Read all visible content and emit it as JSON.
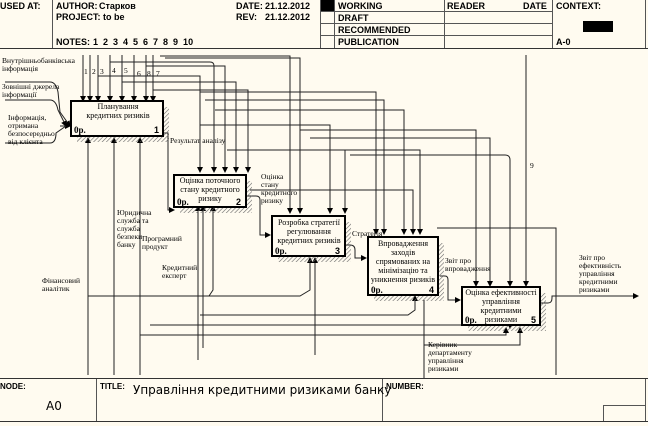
{
  "header": {
    "used_at_label": "USED AT:",
    "author_label": "AUTHOR:",
    "author": "Старков",
    "project_label": "PROJECT:",
    "project": "to be",
    "notes_label": "NOTES:",
    "notes": "1  2  3  4  5  6  7  8  9  10",
    "date_label": "DATE:",
    "date": "21.12.2012",
    "rev_label": "REV:",
    "rev": "21.12.2012",
    "status": [
      "WORKING",
      "DRAFT",
      "RECOMMENDED",
      "PUBLICATION"
    ],
    "reader_label": "READER",
    "reader_date_label": "DATE",
    "context_label": "CONTEXT:",
    "context_node": "A-0"
  },
  "boxes": [
    {
      "title": "Планування кредитних ризиків",
      "cost": "0р.",
      "num": "1"
    },
    {
      "title": "Оцінка поточного стану кредитного ризику",
      "cost": "0р.",
      "num": "2"
    },
    {
      "title": "Розробка стратегії регулювання кредитних ризиків",
      "cost": "0р.",
      "num": "3"
    },
    {
      "title": "Впровадження заходів спрямованих на мінімізацію та уникнення ризиків",
      "cost": "0р.",
      "num": "4"
    },
    {
      "title": "Оцінка ефективності управління кредитними ризиками",
      "cost": "0р.",
      "num": "5"
    }
  ],
  "arrow_labels": {
    "inputs": [
      "Внутрішньобанківська інформація",
      "Зовнішні джерела інформації",
      "Інформація, отримана безпосередньо від клієнта"
    ],
    "result_analysis": "Результат аналізу",
    "state_assessment": "Оцінка стану кредитного ризику",
    "strategy": "Стратегія",
    "report_implementation": "Звіт про впровадження",
    "report_efficiency": "Звіт про ефективність управління кредитними ризиками",
    "legal_security": "Юридична служба та служба безпеки банку",
    "software": "Програмний продукт",
    "credit_expert": "Кредитний експерт",
    "financial_analyst": "Фінансовий аналітик",
    "department_head": "Керівник департаменту управління ризиками",
    "tunnel_numbers": [
      "1",
      "2",
      "3",
      "4",
      "5",
      "6",
      "8",
      "7"
    ],
    "num_9": "9"
  },
  "footer": {
    "node_label": "NODE:",
    "node": "A0",
    "title_label": "TITLE:",
    "title": "Управління кредитними ризиками банку",
    "number_label": "NUMBER:"
  }
}
